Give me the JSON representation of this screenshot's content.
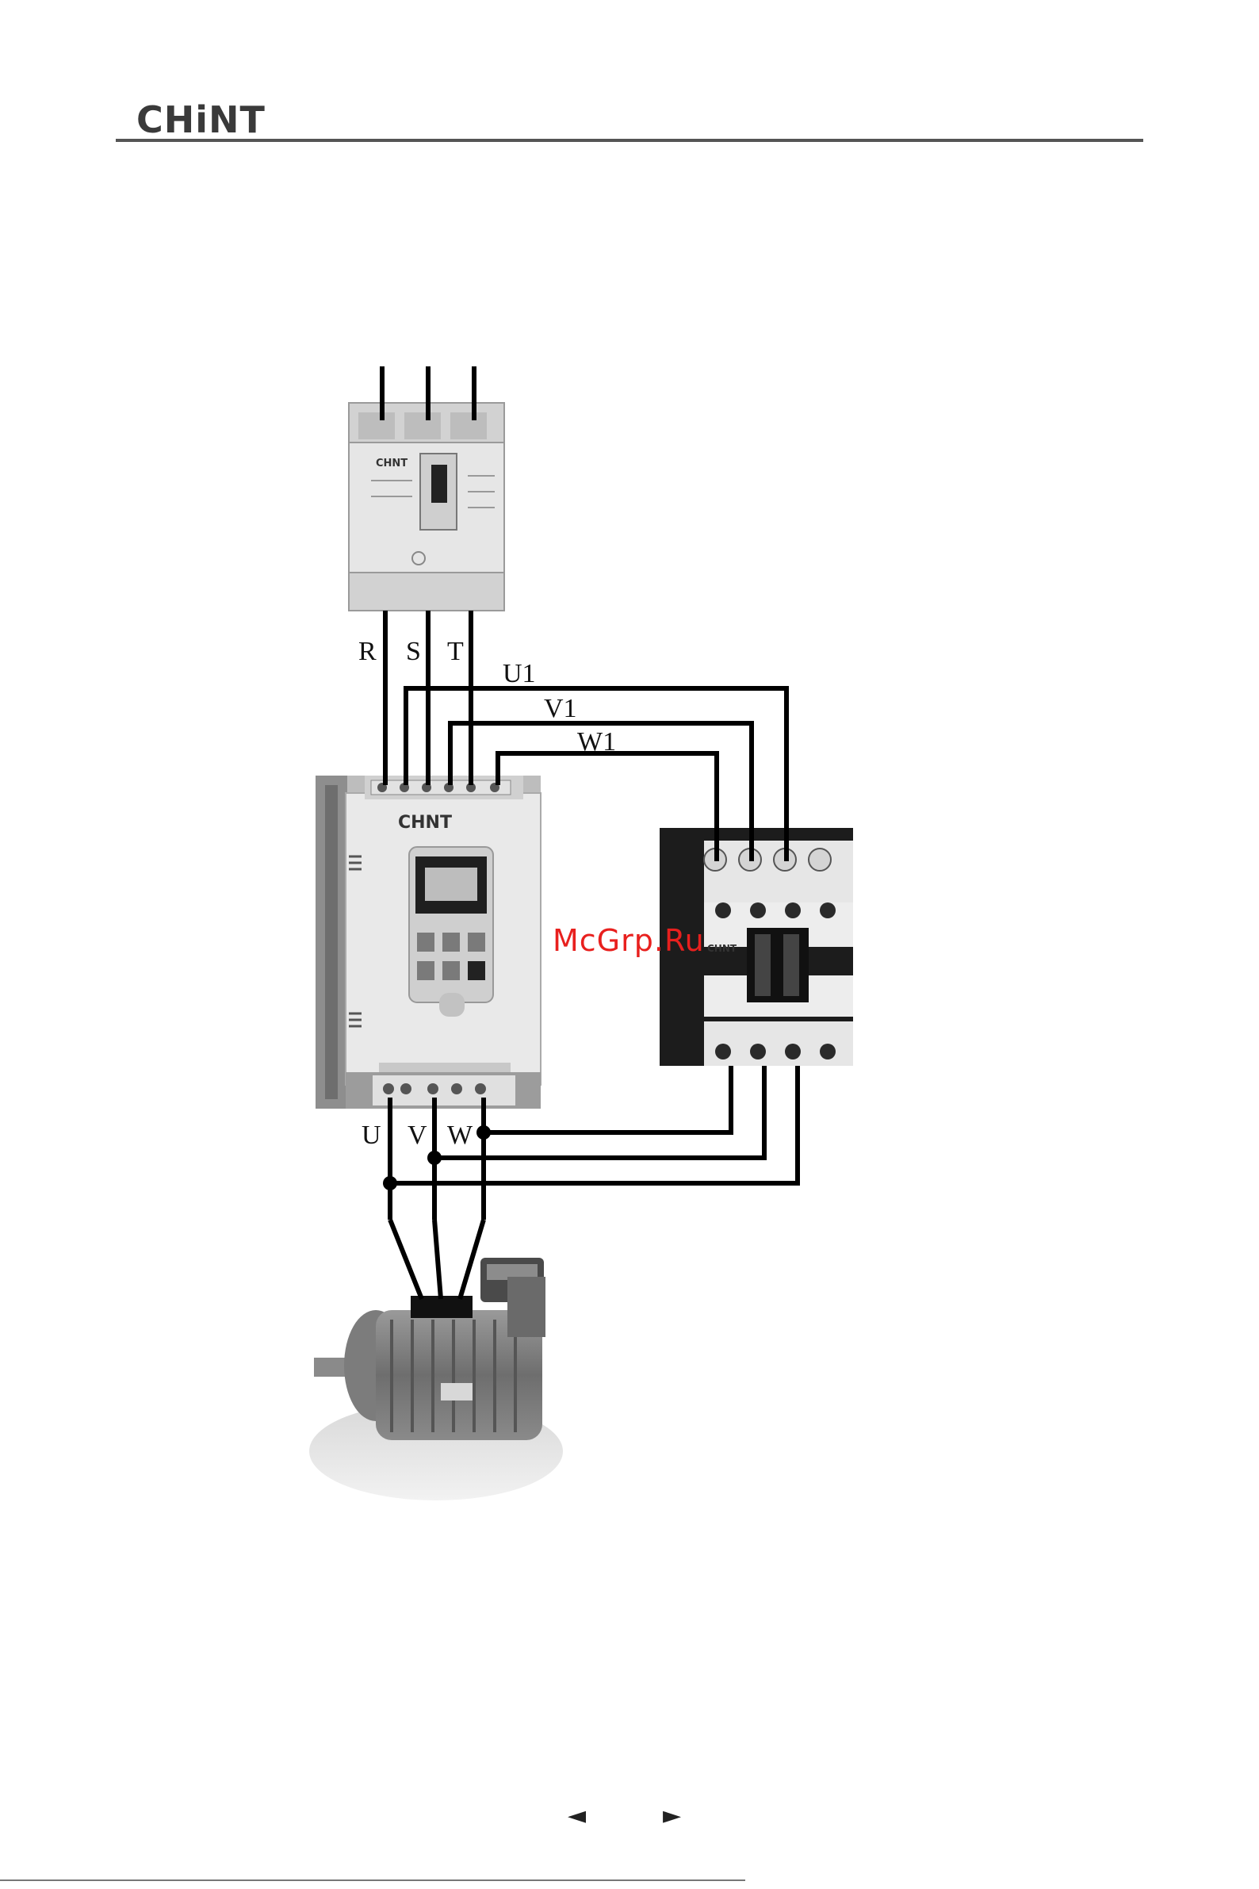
{
  "header": {
    "brand": "CHiNT"
  },
  "labels": {
    "breaker_out": [
      "R",
      "S",
      "T"
    ],
    "bypass": [
      "U1",
      "V1",
      "W1"
    ],
    "starter_out": [
      "U",
      "V",
      "W"
    ]
  },
  "devices": {
    "breaker_brand": "CHNT",
    "starter_brand": "CHNT",
    "contactor_brand": "CHNT"
  },
  "watermark": "McGrp.Ru",
  "nav": {
    "prev": "◄",
    "next": "►"
  },
  "colors": {
    "wire": "#000000",
    "watermark": "#e8201e",
    "rule": "#555555"
  }
}
